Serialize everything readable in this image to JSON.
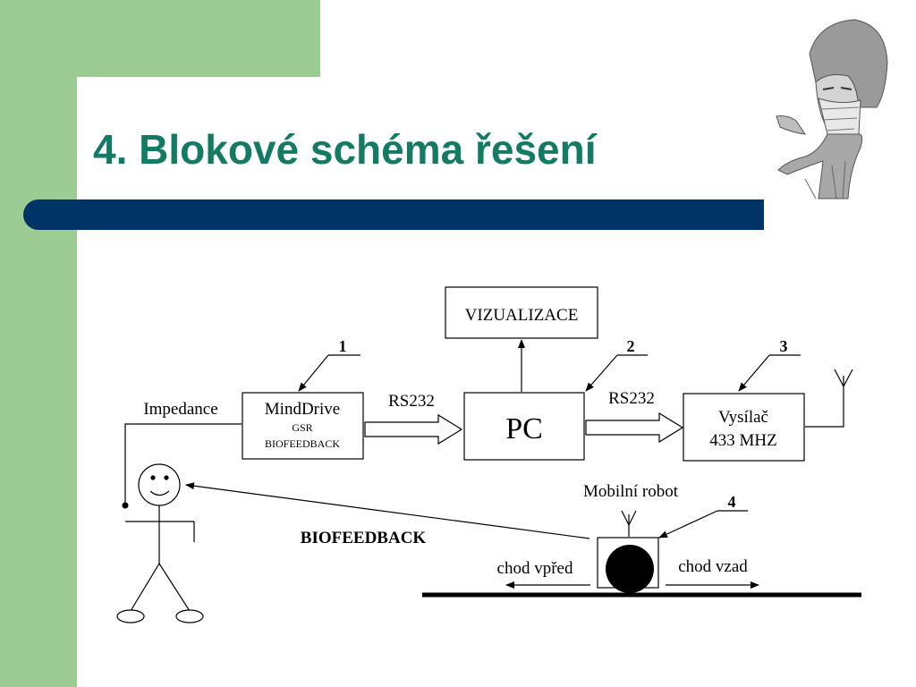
{
  "slide": {
    "title": "4. Blokové schéma řešení",
    "colors": {
      "accent_green": "#9ccc94",
      "title_color": "#137a63",
      "bar_navy": "#003366"
    },
    "decor_icon": "surgeon-portrait-icon"
  },
  "diagram": {
    "blocks": {
      "vizualizace": "VIZUALIZACE",
      "pc": "PC",
      "minddrive_title": "MindDrive",
      "minddrive_gsr": "GSR",
      "minddrive_bio": "BIOFEEDBACK",
      "vysilac_line1": "Vysílač",
      "vysilac_line2": "433 MHZ"
    },
    "labels": {
      "impedance": "Impedance",
      "rs232_left": "RS232",
      "rs232_right": "RS232",
      "mobilni_robot": "Mobilní robot",
      "biofeedback": "BIOFEEDBACK",
      "chod_vpred": "chod vpřed",
      "chod_vzad": "chod vzad"
    },
    "callouts": [
      "1",
      "2",
      "3",
      "4"
    ]
  }
}
